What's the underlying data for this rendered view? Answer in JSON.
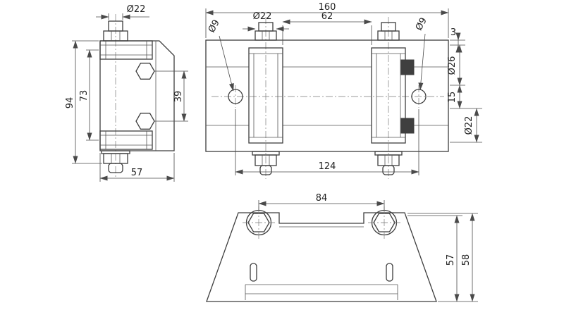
{
  "palette": {
    "background": "#ffffff",
    "line": "#3d3d3d"
  },
  "side_view": {
    "dia_top": "Ø22",
    "height_outer": "94",
    "height_inner": "73",
    "bolt_spacing": "39",
    "width": "57"
  },
  "front_view": {
    "width_total": "160",
    "width_inner": "62",
    "dia_bolt_top": "Ø22",
    "dia_hole_left": "Ø9",
    "dia_hole_right": "Ø9",
    "plate_edge": "3",
    "dia_roller_large": "Ø26",
    "roller_gap": "15",
    "dia_roller_small": "Ø22",
    "hole_spacing": "124"
  },
  "bottom_view": {
    "bolt_spacing": "84",
    "height_inner": "57",
    "height_outer": "58"
  }
}
